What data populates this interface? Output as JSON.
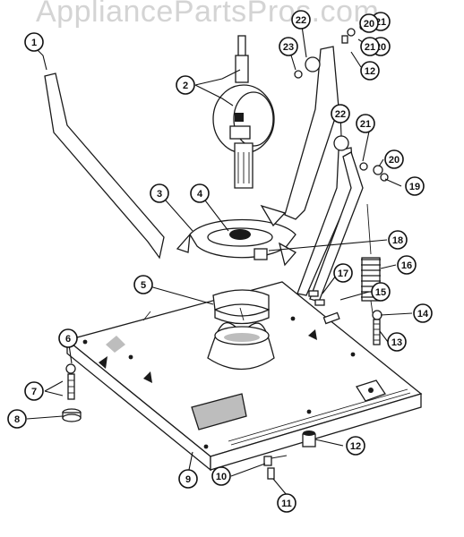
{
  "watermark": "AppliancePartsPros.com",
  "callouts": [
    "1",
    "2",
    "3",
    "4",
    "5",
    "6",
    "7",
    "8",
    "9",
    "10",
    "11",
    "12",
    "13",
    "14",
    "15",
    "16",
    "17",
    "18",
    "19",
    "20",
    "21",
    "22",
    "23",
    "12",
    "20",
    "21",
    "22",
    "20",
    "21"
  ]
}
